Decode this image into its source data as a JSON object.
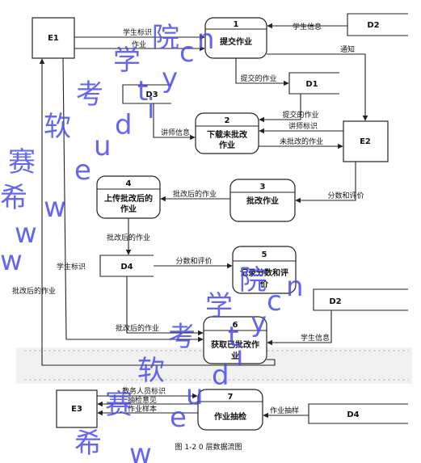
{
  "entities": {
    "e1": "E1",
    "e2": "E2",
    "e3": "E3"
  },
  "stores": {
    "d1": "D1",
    "d2a": "D2",
    "d2b": "D2",
    "d3": "D3",
    "d4a": "D4",
    "d4b": "D4"
  },
  "processes": [
    {
      "num": "1",
      "name": "提交作业"
    },
    {
      "num": "2",
      "name_l1": "下载未批改",
      "name_l2": "作业"
    },
    {
      "num": "3",
      "name": "批改作业"
    },
    {
      "num": "4",
      "name_l1": "上传批改后的",
      "name_l2": "作业"
    },
    {
      "num": "5",
      "name_l1": "记录分数和评",
      "name_l2": "价"
    },
    {
      "num": "6",
      "name_l1": "获取已批改作",
      "name_l2": "业"
    },
    {
      "num": "7",
      "name": "作业抽检"
    }
  ],
  "flows": {
    "e1_p1_student_id": "学生标识",
    "e1_p1_homework": "作业",
    "d2_p1_student_info": "学生信息",
    "p1_e2_notice": "通知",
    "p1_d1_submitted": "提交的作业",
    "d1_p2_submitted": "提交的作业",
    "e2_p2_lecturer_id": "讲师标识",
    "d3_p2_lecturer_info": "讲师信息",
    "p2_e2_ungraded": "未批改的作业",
    "e2_p3_score": "分数和评价",
    "p3_p4_graded": "批改后的作业",
    "p4_d4_graded": "批改后的作业",
    "d4_p5_score": "分数和评价",
    "e1_p6_student_id": "学生标识",
    "p6_e1_graded": "批改后的作业",
    "d4_p6_graded": "批改后的作业",
    "d2_p6_student_info": "学生信息",
    "e3_p7_staff_id": "教务人员标识",
    "p7_e3_opinion": "抽检意见",
    "p7_e3_sample": "作业样本",
    "d4_p7_sampling": "作业抽样"
  },
  "caption": "图 1-2   0 层数据流图",
  "watermark": {
    "chars": [
      "院",
      "学",
      "c",
      "n",
      "考",
      "t",
      "y",
      "i",
      "软",
      "d",
      "u",
      "赛",
      "e",
      "希",
      "w",
      "w",
      "w",
      "院",
      "学",
      "c",
      "n",
      "考",
      "t",
      "y",
      "i",
      "软",
      "d",
      "u",
      "赛",
      "e",
      "希",
      "w"
    ],
    "color": "#4a4cf0"
  }
}
